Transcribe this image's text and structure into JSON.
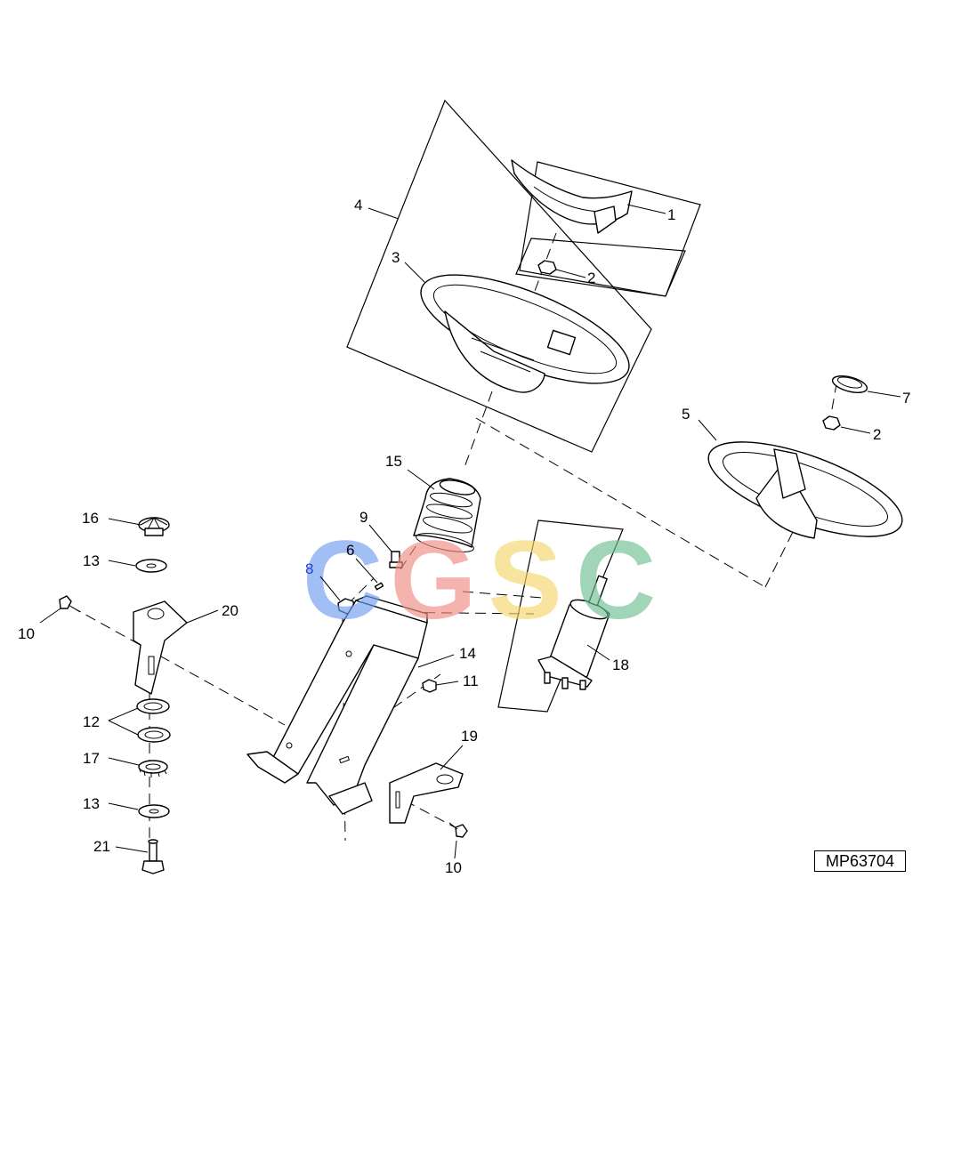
{
  "diagram": {
    "reference_code": "MP63704",
    "watermark_letters": [
      "C",
      "G",
      "S",
      "C"
    ],
    "colors": {
      "watermark_c1": "#6f9df0",
      "watermark_g": "#f08c82",
      "watermark_s": "#f7d76d",
      "watermark_c2": "#6fbf92",
      "callout_highlight": "#1f3fd8"
    },
    "callouts": {
      "c1": "1",
      "c2a": "2",
      "c2b": "2",
      "c3": "3",
      "c4": "4",
      "c5": "5",
      "c6": "6",
      "c7": "7",
      "c8": "8",
      "c9": "9",
      "c10a": "10",
      "c10b": "10",
      "c11": "11",
      "c12": "12",
      "c13a": "13",
      "c13b": "13",
      "c14": "14",
      "c15": "15",
      "c16": "16",
      "c17": "17",
      "c18": "18",
      "c19": "19",
      "c20": "20",
      "c21": "21"
    }
  }
}
